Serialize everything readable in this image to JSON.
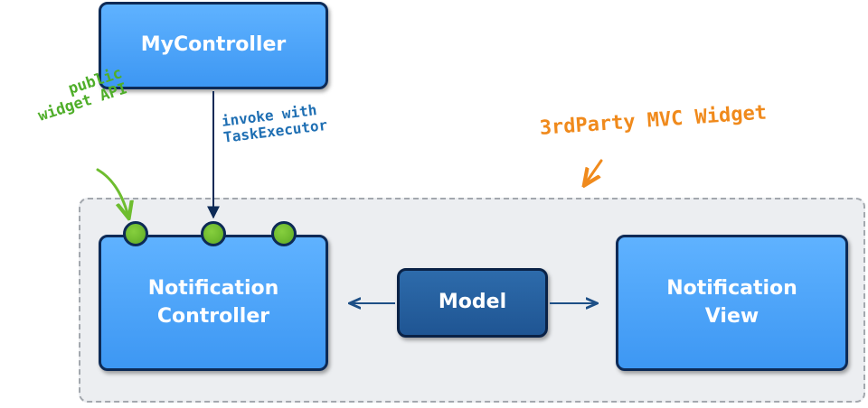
{
  "boxes": {
    "my_controller": "MyController",
    "notification_controller": "Notification\nController",
    "model": "Model",
    "notification_view": "Notification\nView"
  },
  "annotations": {
    "public_widget_api": "public\nwidget API",
    "invoke_with": "invoke with\nTaskExecutor",
    "third_party_widget": "3rdParty MVC Widget"
  },
  "colors": {
    "box_light": "#4aa3fb",
    "box_dark": "#235e9c",
    "box_border": "#0d2a56",
    "port_green": "#6ebd2f",
    "api_note": "#4fae29",
    "invoke_note": "#1f6fb3",
    "widget_note": "#f08a1c",
    "widget_area": "#eceef1"
  }
}
